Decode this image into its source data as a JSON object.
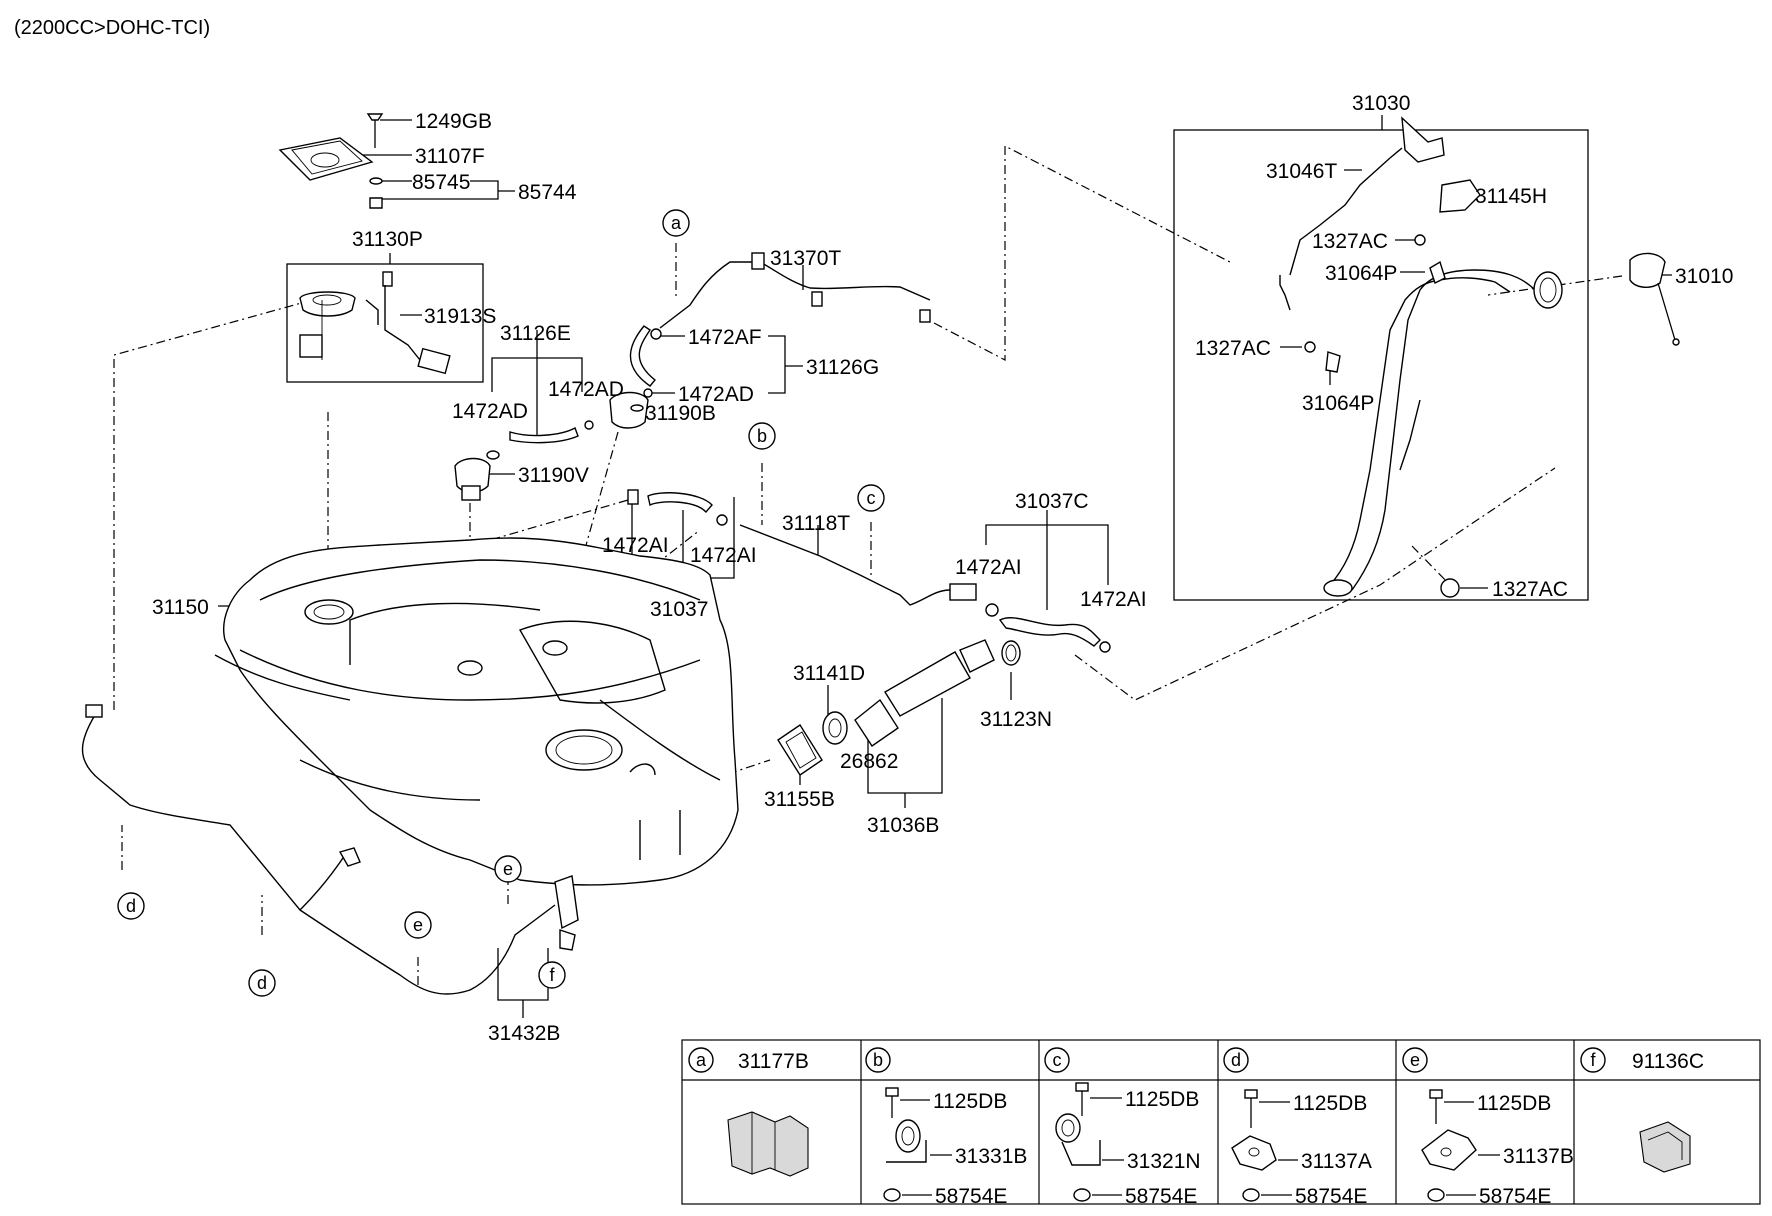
{
  "header": {
    "engine_code": "(2200CC>DOHC-TCI)"
  },
  "labels": {
    "p1249GB": "1249GB",
    "p31107F": "31107F",
    "p85745": "85745",
    "p85744": "85744",
    "p31130P": "31130P",
    "p31913S": "31913S",
    "p31126E": "31126E",
    "p1472AD_a": "1472AD",
    "p1472AD_b": "1472AD",
    "p31190V": "31190V",
    "p31370T": "31370T",
    "p1472AF": "1472AF",
    "p31126G": "31126G",
    "p1472AD_c": "1472AD",
    "p31190B": "31190B",
    "p31030": "31030",
    "p31046T": "31046T",
    "p31145H": "31145H",
    "p1327AC_a": "1327AC",
    "p31064P_a": "31064P",
    "p31010": "31010",
    "p1327AC_b": "1327AC",
    "p31064P_b": "31064P",
    "p1327AC_c": "1327AC",
    "p31118T": "31118T",
    "p1472AI_a": "1472AI",
    "p1472AI_b": "1472AI",
    "p31037": "31037",
    "p31037C": "31037C",
    "p1472AI_c": "1472AI",
    "p1472AI_d": "1472AI",
    "p31123N": "31123N",
    "p31150": "31150",
    "p31141D": "31141D",
    "p26862": "26862",
    "p31155B": "31155B",
    "p31036B": "31036B",
    "p31432B": "31432B"
  },
  "callouts": {
    "a": "a",
    "b": "b",
    "c": "c",
    "d1": "d",
    "d2": "d",
    "e1": "e",
    "e2": "e",
    "f": "f"
  },
  "legend_table": {
    "cells": [
      {
        "letter": "a",
        "part": "31177B",
        "parts": []
      },
      {
        "letter": "b",
        "part": "",
        "parts": [
          "1125DB",
          "31331B",
          "58754E"
        ]
      },
      {
        "letter": "c",
        "part": "",
        "parts": [
          "1125DB",
          "31321N",
          "58754E"
        ]
      },
      {
        "letter": "d",
        "part": "",
        "parts": [
          "1125DB",
          "31137A",
          "58754E"
        ]
      },
      {
        "letter": "e",
        "part": "",
        "parts": [
          "1125DB",
          "31137B",
          "58754E"
        ]
      },
      {
        "letter": "f",
        "part": "91136C",
        "parts": []
      }
    ]
  }
}
